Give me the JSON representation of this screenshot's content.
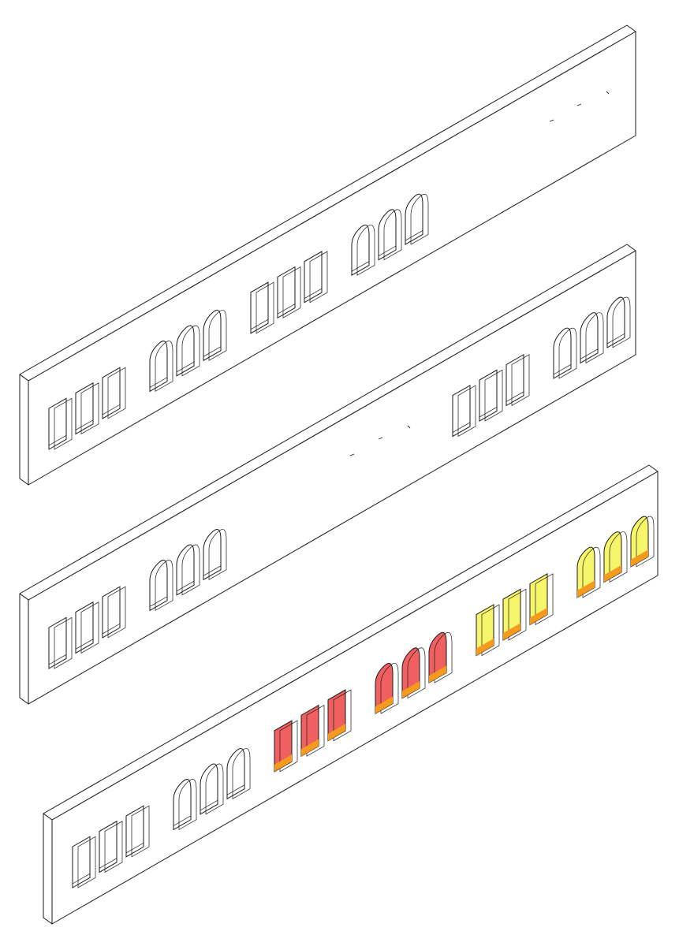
{
  "diagram": {
    "description_free": true,
    "panels": [
      {
        "id": "wall-1",
        "openings": [
          "rect",
          "rect",
          "rect",
          "arch",
          "arch",
          "arch",
          "rect",
          "rect",
          "rect",
          "arch",
          "arch",
          "arch"
        ],
        "highlight": [
          "none",
          "none",
          "none",
          "none",
          "none",
          "none",
          "none",
          "none",
          "none",
          "none",
          "none",
          "none"
        ],
        "markers": 3
      },
      {
        "id": "wall-2",
        "openings": [
          "rect",
          "rect",
          "rect",
          "arch",
          "arch",
          "arch",
          "rect",
          "rect",
          "rect",
          "arch",
          "arch",
          "arch"
        ],
        "highlight": [
          "none",
          "none",
          "none",
          "none",
          "none",
          "none",
          "none",
          "none",
          "none",
          "none",
          "none",
          "none"
        ],
        "markers": 3
      },
      {
        "id": "wall-3",
        "openings": [
          "rect",
          "rect",
          "rect",
          "arch",
          "arch",
          "arch",
          "rect",
          "rect",
          "rect",
          "arch",
          "arch",
          "arch",
          "rect",
          "rect",
          "rect",
          "arch",
          "arch",
          "arch"
        ],
        "highlight": [
          "none",
          "none",
          "none",
          "none",
          "none",
          "none",
          "red",
          "red",
          "red",
          "red",
          "red",
          "red",
          "yellow",
          "yellow",
          "yellow",
          "yellow",
          "yellow",
          "yellow"
        ],
        "markers": 0
      }
    ],
    "colors": {
      "line": "#1a1a1a",
      "red": "#f06060",
      "yellow": "#f7f56a",
      "orange": "#f49a1e",
      "background": "#ffffff"
    }
  }
}
